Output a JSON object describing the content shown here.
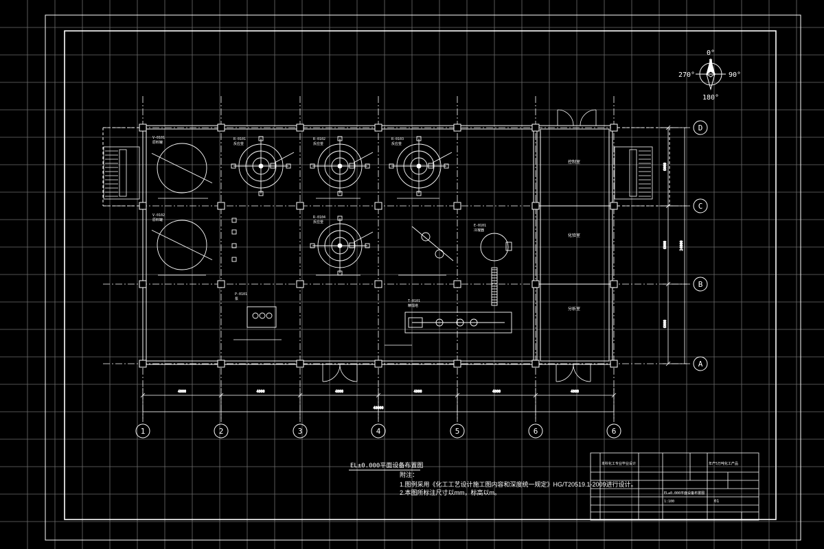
{
  "drawing": {
    "plan_title": "EL±0.000平面设备布置图",
    "notes_heading": "附注：",
    "notes": [
      "1.图例采用《化工工艺设计施工图内容和深度统一规定》HG/T20519.1-2009进行设计。",
      "2.本图所标注尺寸以mm，标高以m。"
    ]
  },
  "compass": {
    "n": "0°",
    "e": "90°",
    "s": "180°",
    "w": "270°",
    "letter": "N"
  },
  "axes": {
    "columns": [
      "1",
      "2",
      "3",
      "4",
      "5",
      "6",
      "6"
    ],
    "rows": [
      "D",
      "C",
      "B",
      "A"
    ]
  },
  "dimensions": {
    "bays": [
      "4000",
      "4000",
      "4000",
      "4000",
      "4000",
      "4000"
    ],
    "total_x": "48000",
    "rows_right": [
      "6000",
      "6000",
      "6000"
    ],
    "total_y": "24000"
  },
  "rooms": [
    "控制室",
    "化验室",
    "分析室"
  ],
  "equipment": [
    {
      "tag": "V-0101",
      "name": "原料罐"
    },
    {
      "tag": "V-0102",
      "name": "原料罐"
    },
    {
      "tag": "R-0101",
      "name": "反应釜"
    },
    {
      "tag": "R-0102",
      "name": "反应釜"
    },
    {
      "tag": "R-0103",
      "name": "反应釜"
    },
    {
      "tag": "R-0104",
      "name": "反应釜"
    },
    {
      "tag": "E-0101",
      "name": "冷凝器"
    },
    {
      "tag": "P-0101",
      "name": "泵"
    },
    {
      "tag": "T-0101",
      "name": "精馏塔"
    }
  ],
  "title_block": {
    "school": "本科化工专业毕业设计",
    "project": "年产5万吨化工产品",
    "drawing_name": "EL±0.000平面设备布置图",
    "scale": "1:100",
    "sheet": "01"
  }
}
